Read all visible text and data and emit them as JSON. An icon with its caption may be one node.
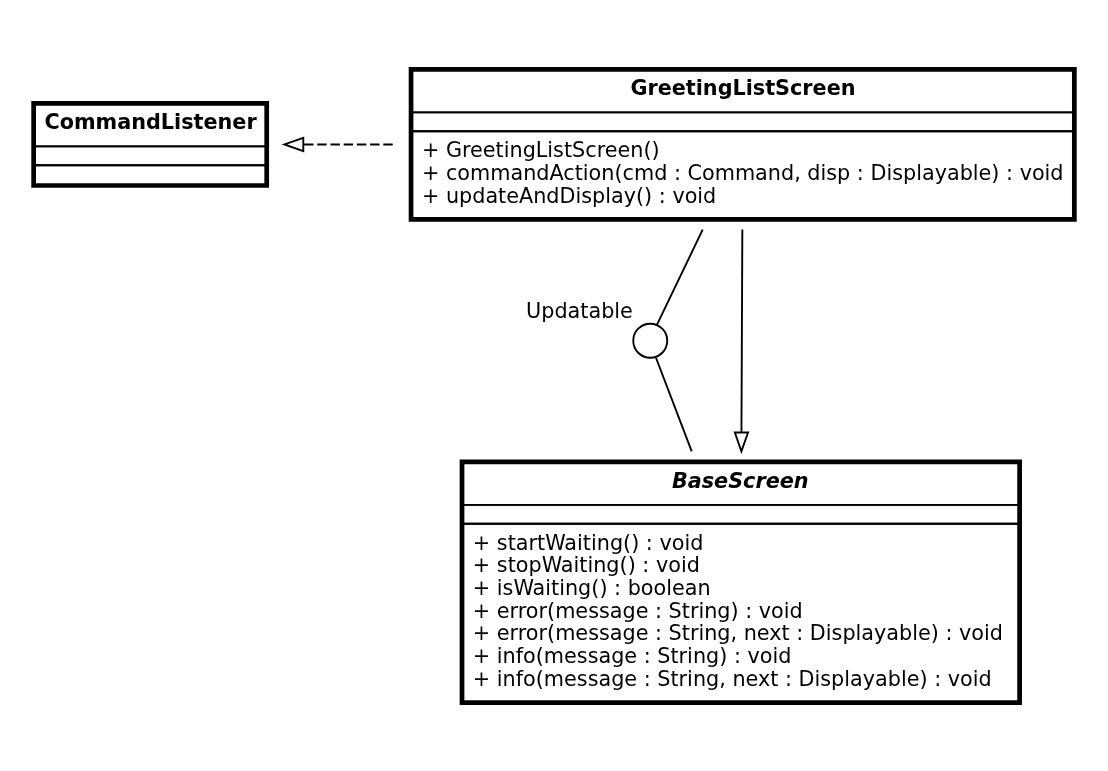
{
  "diagram": {
    "nodes": [
      {
        "text": [
          "CommandListener"
        ]
      },
      {
        "text": [
          "GreetingListScreen",
          "+ GreetingListScreen()",
          "+ commandAction(cmd : Command, disp : Displayable) : void",
          "+ updateAndDisplay() : void"
        ]
      },
      {
        "text": [
          "Updatable"
        ]
      },
      {
        "text": [
          "BaseScreen",
          "+ startWaiting() : void",
          "+ stopWaiting() : void",
          "+ isWaiting() : boolean",
          "+ error(message : String) : void",
          "+ error(message : String, next : Displayable) : void",
          "+ info(message : String) : void",
          "+ info(message : String, next : Displayable) : void"
        ]
      }
    ],
    "edges": [
      {
        "from": 1,
        "to": 0,
        "arrow": "to",
        "style": "dashed"
      },
      {
        "from": 1,
        "to": 2,
        "arrow": "none"
      },
      {
        "from": 2,
        "to": 3,
        "arrow": "none"
      },
      {
        "from": 1,
        "to": 3,
        "arrow": "to"
      }
    ]
  }
}
